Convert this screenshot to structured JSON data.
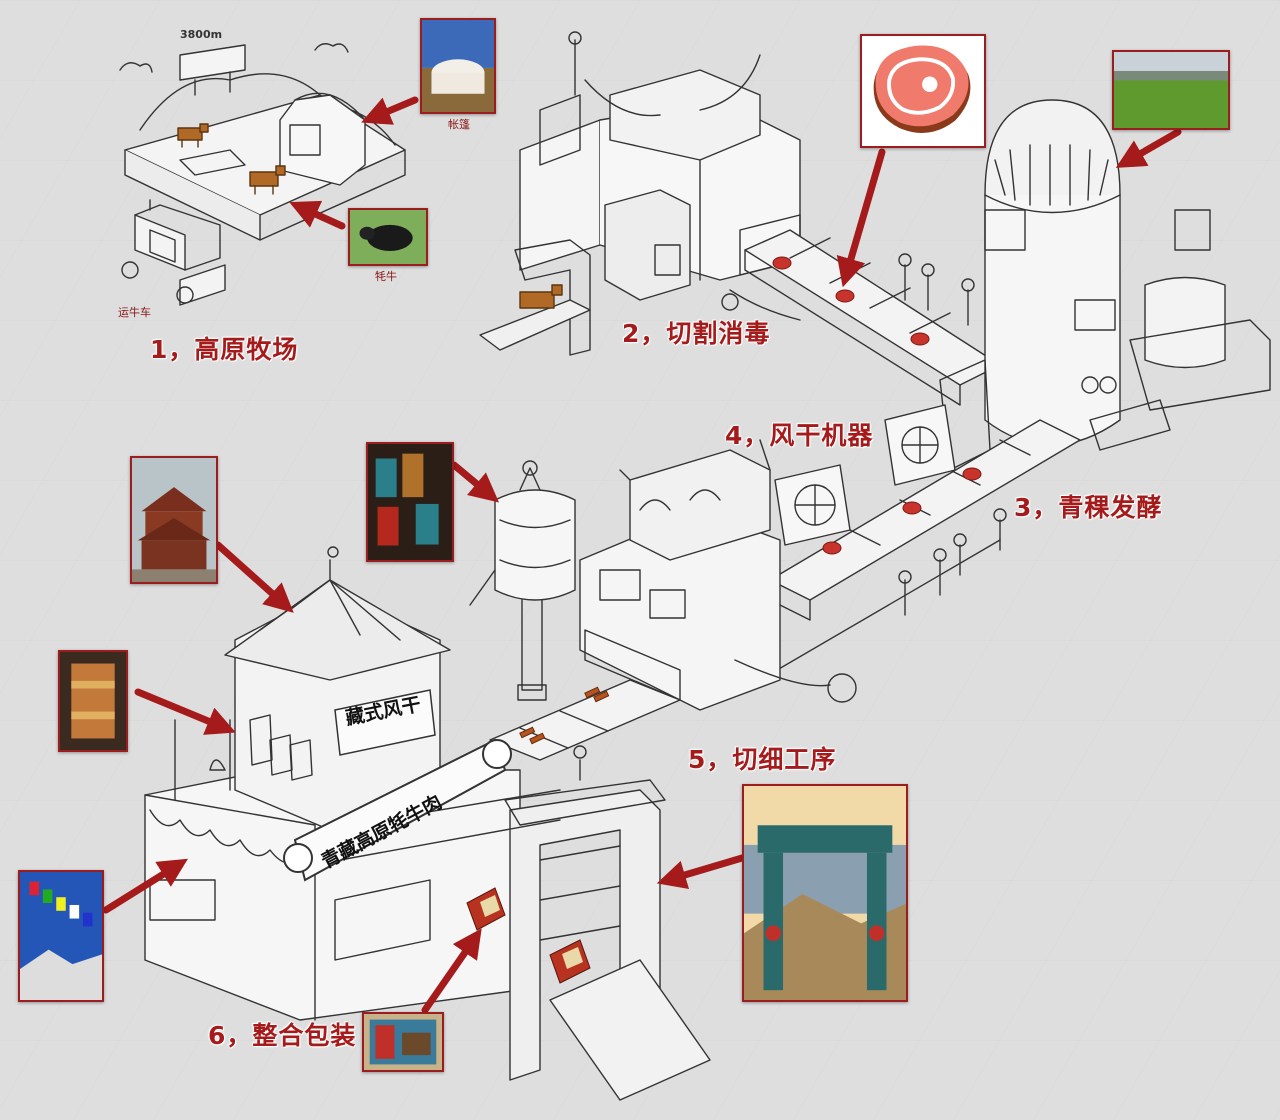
{
  "steps": [
    {
      "label": "1，高原牧场"
    },
    {
      "label": "2，切割消毒"
    },
    {
      "label": "3，青稞发酵"
    },
    {
      "label": "4，风干机器"
    },
    {
      "label": "5，切细工序"
    },
    {
      "label": "6，整合包装"
    }
  ],
  "captions": {
    "altitude": "3800m",
    "yurt": "帐篷",
    "yak": "牦牛",
    "cart": "运牛车"
  },
  "signs": {
    "dry": "藏式风干",
    "brand": "青藏高原牦牛肉"
  },
  "colors": {
    "accent": "#a51b1b",
    "sketch": "#333333",
    "background": "#dedede"
  }
}
